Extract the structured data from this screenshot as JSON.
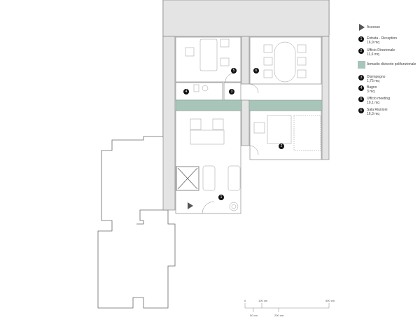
{
  "legend": {
    "access": "Accesso",
    "items": [
      {
        "num": "1",
        "name": "Entrata - Reception",
        "area": "16,9 mq"
      },
      {
        "num": "2",
        "name": "Ufficio Direzionale",
        "area": "11,6 mq"
      },
      {
        "num": "3",
        "name": "Disimpegno",
        "area": "1,75 mq"
      },
      {
        "num": "4",
        "name": "Bagno",
        "area": "3 mq"
      },
      {
        "num": "5",
        "name": "Ufficio meeting",
        "area": "10,1 mq"
      },
      {
        "num": "6",
        "name": "Sala Riunioni",
        "area": "16,3 mq"
      }
    ],
    "cabinet": "Armadio divisorio polifunzionale",
    "cabinet_color": "#a9c4b8"
  },
  "scale_bar": {
    "ticks_top": [
      "0",
      "100 cm",
      "500 cm"
    ],
    "ticks_bottom": [
      "50 cm",
      "200 cm"
    ]
  }
}
